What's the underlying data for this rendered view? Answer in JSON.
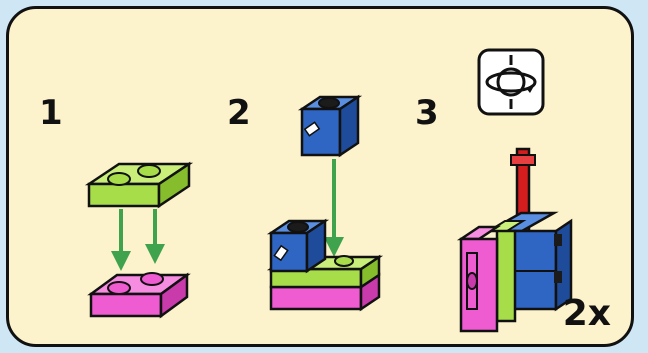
{
  "steps": [
    {
      "number": "1"
    },
    {
      "number": "2"
    },
    {
      "number": "3"
    }
  ],
  "quantity_label": "2x",
  "icons": {
    "rotate": "rotate-model-icon",
    "sticker": "sticker-print-icon"
  },
  "colors": {
    "panel_bg": "#fcf2cc",
    "outer_bg": "#cfe6f5",
    "lime": "#a8dd4a",
    "pink": "#ef5bd0",
    "blue": "#2f66c4",
    "red": "#d61d1d",
    "arrow": "#3fa34d"
  }
}
